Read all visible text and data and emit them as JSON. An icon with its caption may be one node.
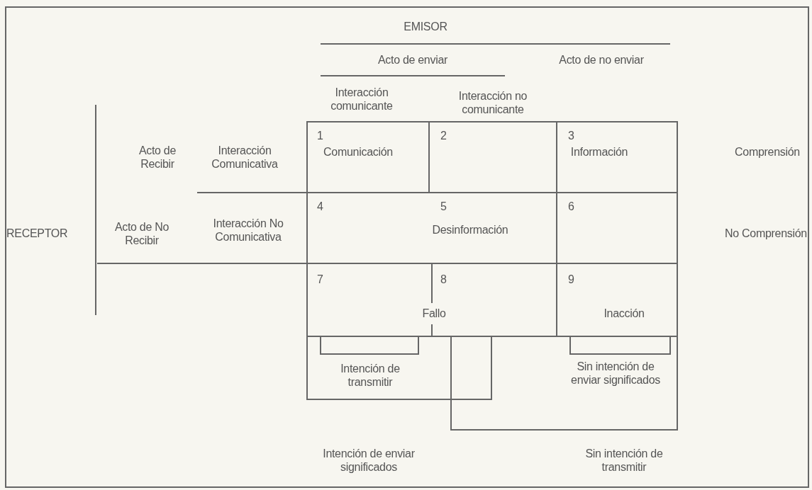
{
  "diagram": {
    "labels": [
      "EMISOR",
      "Acto de enviar",
      "Acto de no enviar",
      "Interacción comunicante",
      "Interacción no comunicante",
      "Acto de Recibir",
      "Interacción Comunicativa",
      "1",
      "Comunicación",
      "2",
      "3",
      "Información",
      "Comprensión",
      "RECEPTOR",
      "Acto de No Recibir",
      "Interacción No Comunicativa",
      "4",
      "5",
      "Desinformación",
      "6",
      "No Comprensión",
      "7",
      "8",
      "Fallo",
      "9",
      "Inacción",
      "Intención de transmitir",
      "Sin intención de enviar significados",
      "Intención de enviar significados",
      "Sin intención de transmitir"
    ]
  }
}
